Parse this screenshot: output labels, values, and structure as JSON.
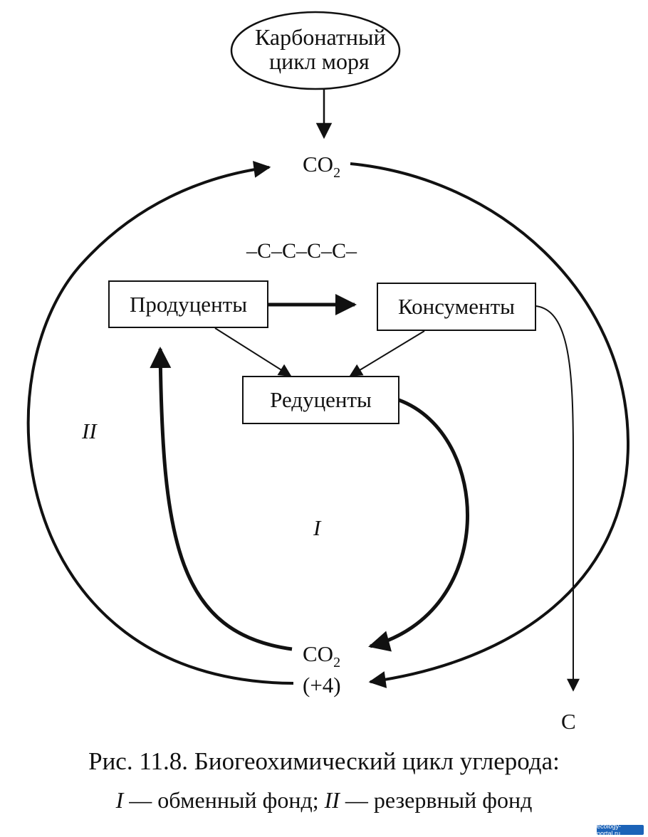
{
  "diagram": {
    "sea_cycle": [
      "Карбонатный",
      "цикл моря"
    ],
    "co2_top": {
      "main": "CO",
      "sub": "2"
    },
    "chain": "–C–C–C–C–",
    "producers": "Продуценты",
    "consumers": "Консументы",
    "decomposers": "Редуценты",
    "fund_exchange": "I",
    "fund_reserve": "II",
    "co2_bottom": {
      "main": "CO",
      "sub": "2"
    },
    "oxidation": "(+4)",
    "carbon": "C"
  },
  "caption": {
    "line1": "Рис. 11.8. Биогеохимический цикл углерода:",
    "line2": {
      "i": "I",
      "i_text": " — обменный фонд; ",
      "ii": "II",
      "ii_text": " — резервный фонд"
    }
  },
  "watermark": "ecology-portal.ru"
}
